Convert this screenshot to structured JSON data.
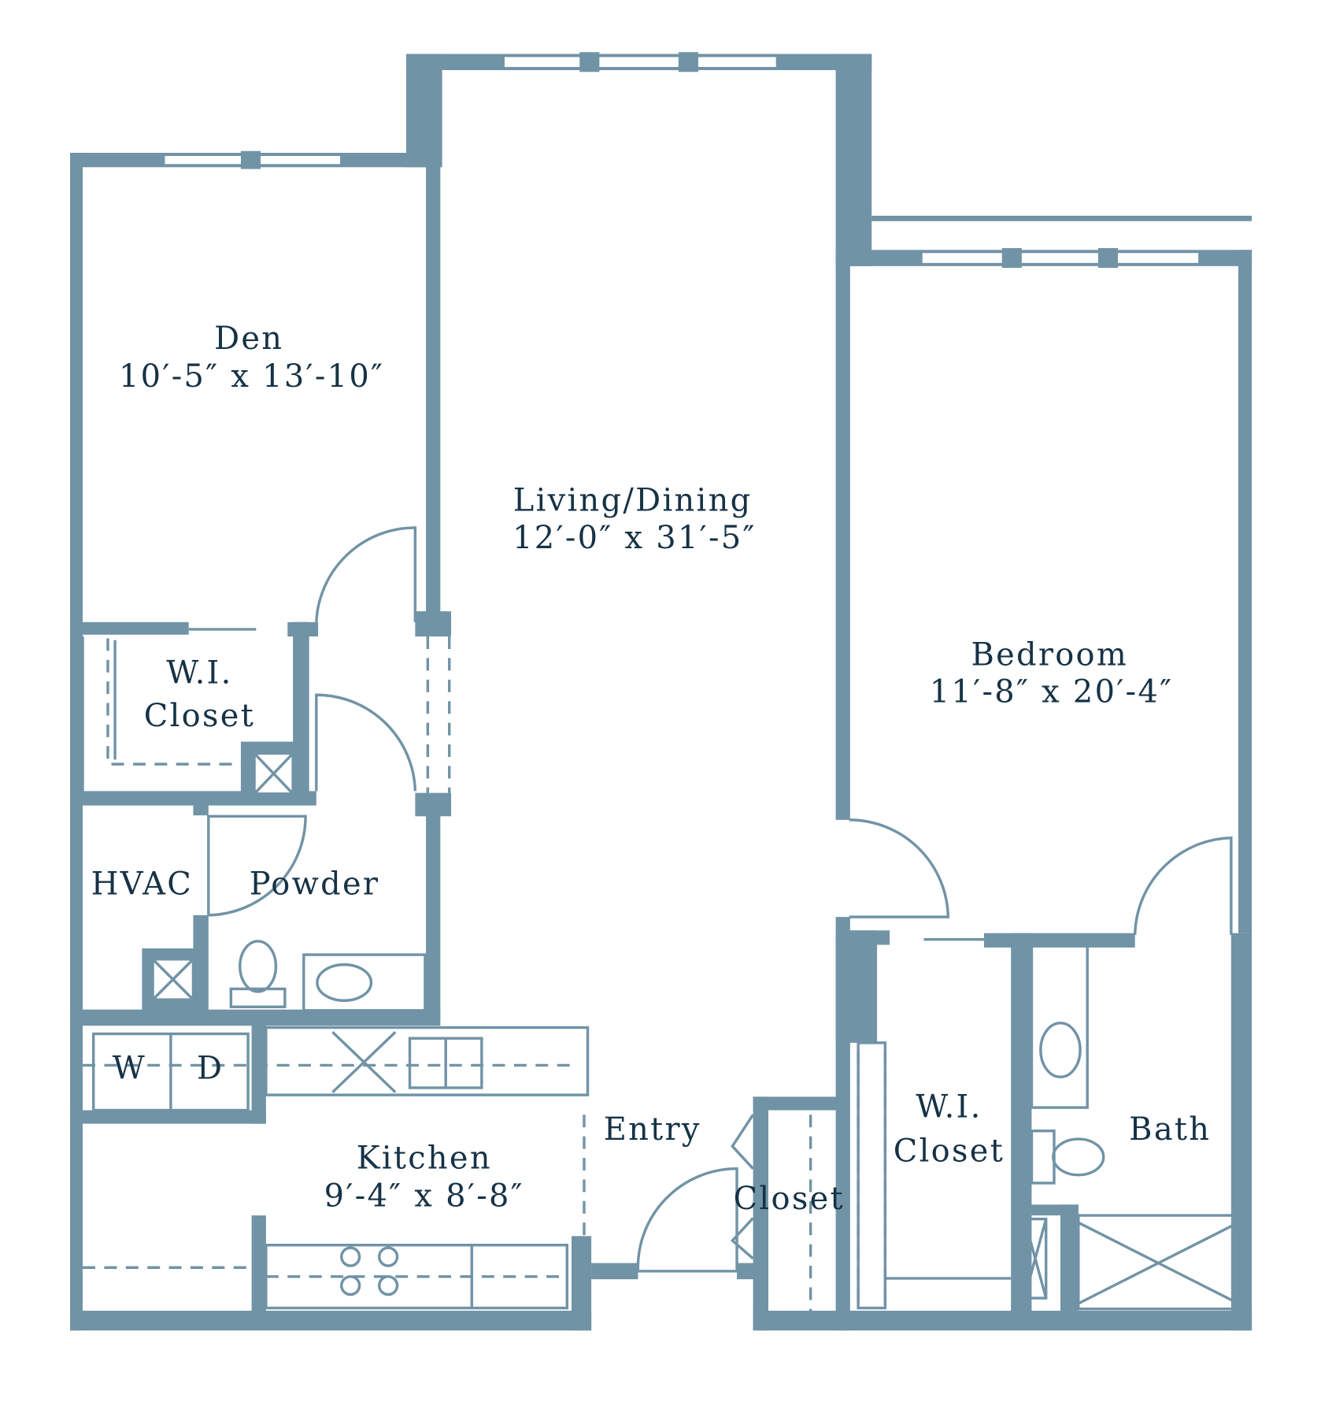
{
  "plan": {
    "colors": {
      "wall": "#7193a6",
      "text": "#163246"
    },
    "rooms": [
      {
        "name": "Den",
        "size": "10′-5″ x 13′-10″"
      },
      {
        "name": "Living/Dining",
        "size": "12′-0″ x 31′-5″"
      },
      {
        "name": "Bedroom",
        "size": "11′-8″ x 20′-4″"
      },
      {
        "name": "Kitchen",
        "size": "9′-4″ x 8′-8″"
      }
    ],
    "labels": {
      "wi_closet_1": "W.I.",
      "wi_closet_1b": "Closet",
      "wi_closet_2": "W.I.",
      "wi_closet_2b": "Closet",
      "hvac": "HVAC",
      "powder": "Powder",
      "washer": "W",
      "dryer": "D",
      "entry": "Entry",
      "closet": "Closet",
      "bath": "Bath"
    }
  }
}
